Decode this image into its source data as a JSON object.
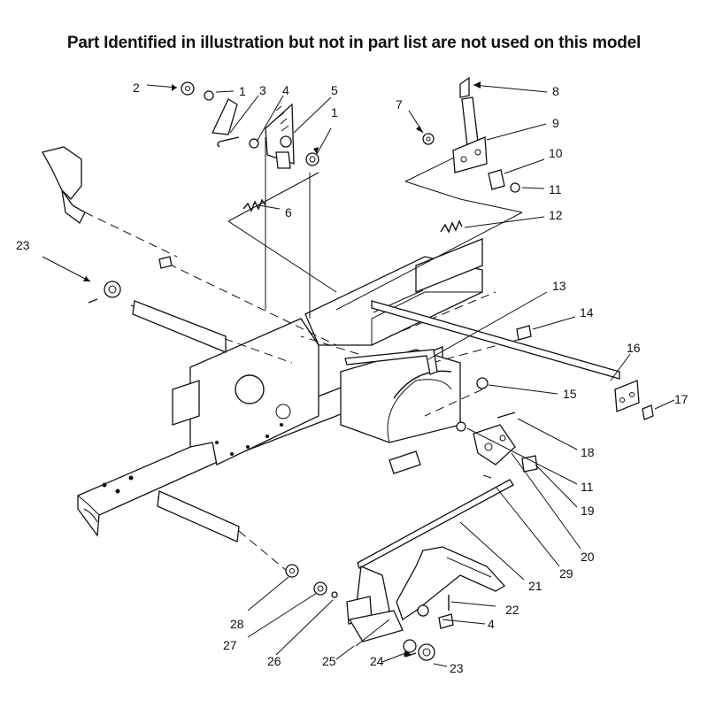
{
  "title": "Part Identified in illustration but not in part list are not used on this model",
  "callouts": {
    "c1a": "1",
    "c2": "2",
    "c3": "3",
    "c4a": "4",
    "c5": "5",
    "c1b": "1",
    "c6": "6",
    "c7": "7",
    "c8": "8",
    "c9": "9",
    "c10": "10",
    "c11a": "11",
    "c12": "12",
    "c23a": "23",
    "c13": "13",
    "c14": "14",
    "c16": "16",
    "c15": "15",
    "c17": "17",
    "c18": "18",
    "c11b": "11",
    "c19": "19",
    "c20": "20",
    "c29": "29",
    "c21": "21",
    "c22": "22",
    "c4b": "4",
    "c28": "28",
    "c27": "27",
    "c26": "26",
    "c25": "25",
    "c24": "24",
    "c23b": "23"
  }
}
